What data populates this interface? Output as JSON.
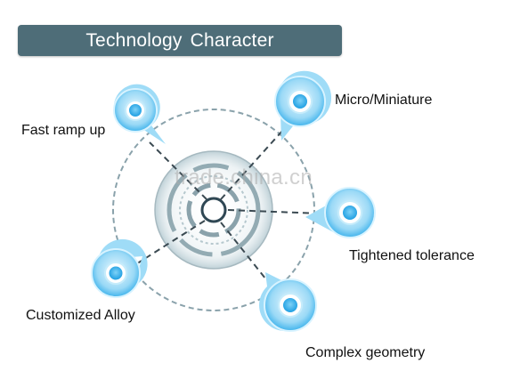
{
  "header": {
    "title": "Technology  Character"
  },
  "features": [
    {
      "id": "fast-ramp-up",
      "label": "Fast ramp up"
    },
    {
      "id": "micro-miniature",
      "label": "Micro/Miniature"
    },
    {
      "id": "tightened-tolerance",
      "label": "Tightened tolerance"
    },
    {
      "id": "customized-alloy",
      "label": "Customized Alloy"
    },
    {
      "id": "complex-geometry",
      "label": "Complex geometry"
    }
  ],
  "watermark": "trade.china.cn",
  "colors": {
    "header_bg": "#4e6d78",
    "header_text": "#ffffff",
    "pin_main": "#29a8e8",
    "pin_light": "#cfeefc",
    "ring_line": "#8aa2ab",
    "connector": "#3b4a52",
    "hub": "#2f4754"
  }
}
